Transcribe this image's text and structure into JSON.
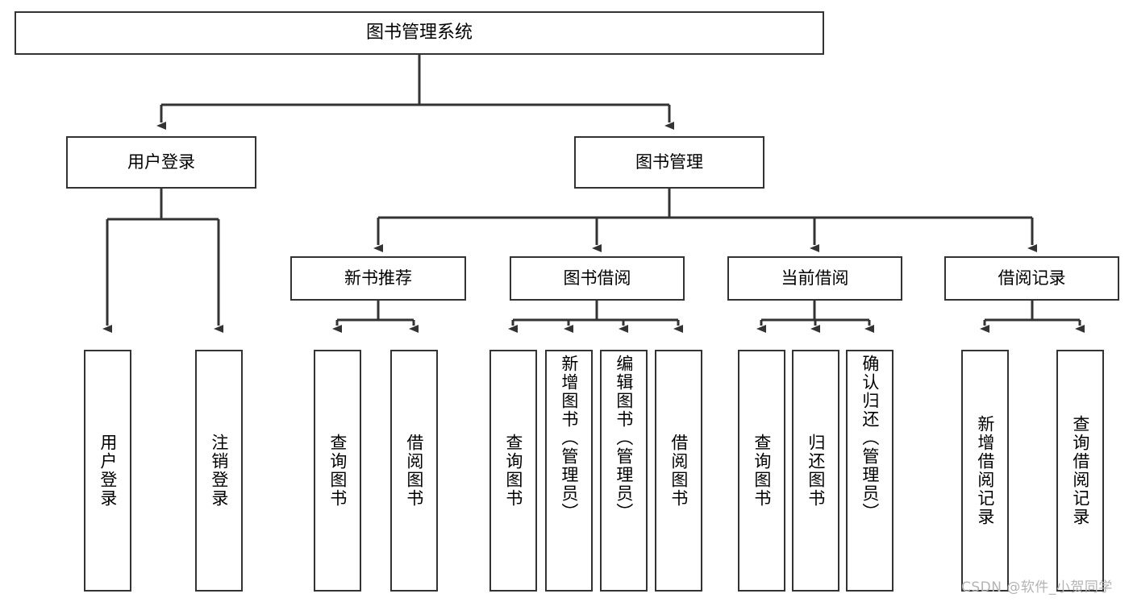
{
  "diagram": {
    "title": "图书管理系统",
    "type": "tree-hierarchy-chart",
    "root": {
      "label": "图书管理系统"
    },
    "level2": [
      {
        "label": "用户登录"
      },
      {
        "label": "图书管理"
      }
    ],
    "level3": [
      {
        "label": "新书推荐"
      },
      {
        "label": "图书借阅"
      },
      {
        "label": "当前借阅"
      },
      {
        "label": "借阅记录"
      }
    ],
    "leaves": {
      "user_login": [
        {
          "label": "用户登录"
        },
        {
          "label": "注销登录"
        }
      ],
      "new_book_recommend": [
        {
          "label": "查询图书"
        },
        {
          "label": "借阅图书"
        }
      ],
      "book_borrow": [
        {
          "label": "查询图书"
        },
        {
          "label": "新增图书（管理员）"
        },
        {
          "label": "编辑图书（管理员）"
        },
        {
          "label": "借阅图书"
        }
      ],
      "current_borrow": [
        {
          "label": "查询图书"
        },
        {
          "label": "归还图书"
        },
        {
          "label": "确认归还（管理员）"
        }
      ],
      "borrow_record": [
        {
          "label": "新增借阅记录"
        },
        {
          "label": "查询借阅记录"
        }
      ]
    }
  },
  "watermark": {
    "text": "CSDN @软件_小贺同学"
  },
  "colors": {
    "box_border": "#333333",
    "box_fill": "#ffffff",
    "connector": "#333333",
    "text": "#000000",
    "watermark": "#b4b4b4"
  }
}
